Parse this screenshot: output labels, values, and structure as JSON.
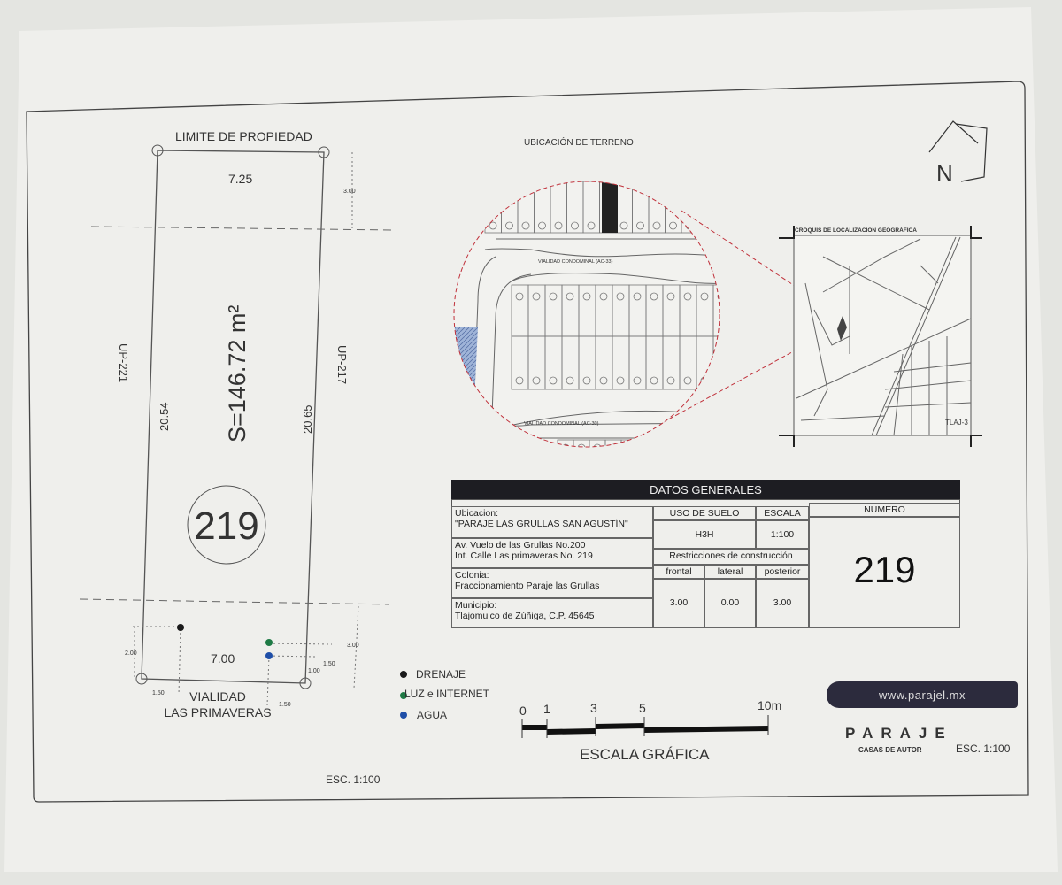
{
  "plot": {
    "title": "LIMITE DE PROPIEDAD",
    "top_width": "7.25",
    "bottom_width": "7.00",
    "left_length": "20.54",
    "right_length": "20.65",
    "area": "S=146.72 m²",
    "lot_number": "219",
    "left_neighbor": "UP-221",
    "right_neighbor": "UP-217",
    "rear_setback": "3.00",
    "front_setback": "3.00",
    "street_line1": "VIALIDAD",
    "street_line2": "LAS PRIMAVERAS",
    "dims": {
      "d200": "2.00",
      "d150a": "1.50",
      "d150b": "1.50",
      "d150c": "1.50",
      "d100": "1.00"
    },
    "scale": "ESC. 1:100"
  },
  "legend": {
    "items": [
      {
        "label": "DRENAJE",
        "color": "#1a1a1a"
      },
      {
        "label": "LUZ e INTERNET",
        "color": "#1e7a45"
      },
      {
        "label": "AGUA",
        "color": "#1f4fa8"
      }
    ]
  },
  "location": {
    "title": "UBICACIÓN DE TERRENO",
    "street_label": "VIALIDAD CONDOMINAL (AC-33)",
    "street_label2": "VIALIDAD CONDOMINAL (AC-30)",
    "highlight_color": "#222222",
    "circle_color": "#c0303a"
  },
  "locator_map": {
    "title": "CROQUIS DE LOCALIZACIÓN GEOGRÁFICA",
    "label": "TLAJ-3"
  },
  "north": {
    "letter": "N"
  },
  "datos": {
    "header": "DATOS GENERALES",
    "ubicacion_label": "Ubicacion:",
    "ubicacion_value": "\"PARAJE LAS GRULLAS SAN AGUSTÍN\"",
    "address1": "Av. Vuelo de las Grullas No.200",
    "address2": "Int. Calle Las primaveras No. 219",
    "colonia_label": "Colonia:",
    "colonia_value": "Fraccionamiento Paraje las Grullas",
    "municipio_label": "Municipio:",
    "municipio_value": "Tlajomulco de Zúñiga, C.P. 45645",
    "uso_label": "USO DE SUELO",
    "uso_value": "H3H",
    "escala_label": "ESCALA",
    "escala_value": "1:100",
    "restricciones_label": "Restricciones de construcción",
    "frontal_label": "frontal",
    "lateral_label": "lateral",
    "posterior_label": "posterior",
    "frontal_value": "3.00",
    "lateral_value": "0.00",
    "posterior_value": "3.00",
    "numero_label": "NUMERO",
    "numero_value": "219"
  },
  "scale_bar": {
    "ticks": [
      "0",
      "1",
      "3",
      "5",
      "10m"
    ],
    "title": "ESCALA GRÁFICA"
  },
  "brand": {
    "website": "www.parajel.mx",
    "logo": "PARAJE",
    "tagline": "CASAS DE AUTOR",
    "scale": "ESC. 1:100"
  }
}
